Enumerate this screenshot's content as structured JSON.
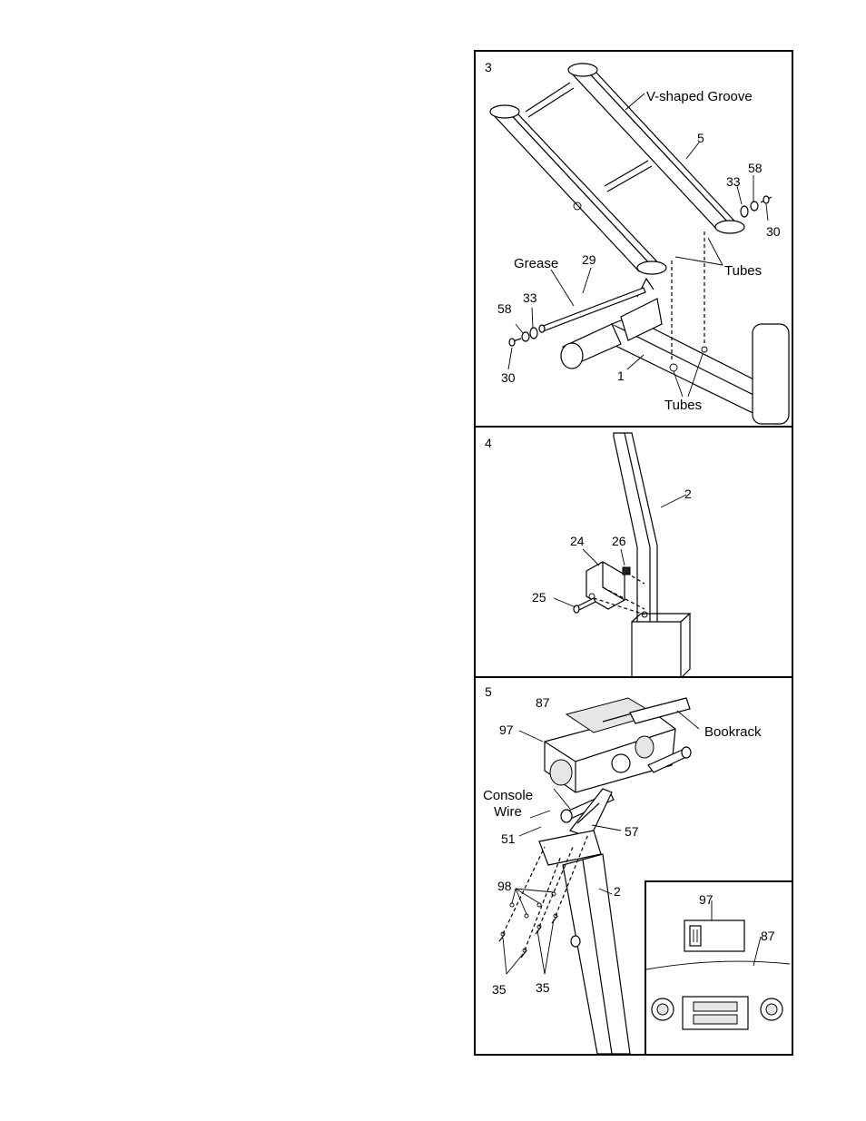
{
  "steps": [
    {
      "number": "3",
      "labels": {
        "groove": "V-shaped Groove",
        "part5": "5",
        "part33_right": "33",
        "part58_right": "58",
        "part30_right": "30",
        "tubes_upper": "Tubes",
        "grease": "Grease",
        "part29": "29",
        "part33_left": "33",
        "part58_left": "58",
        "part30_left": "30",
        "part1": "1",
        "tubes_lower": "Tubes"
      }
    },
    {
      "number": "4",
      "labels": {
        "part2": "2",
        "part24": "24",
        "part26": "26",
        "part25": "25"
      }
    },
    {
      "number": "5",
      "labels": {
        "part87": "87",
        "part97": "97",
        "bookrack": "Bookrack",
        "console": "Console",
        "wire": "Wire",
        "part51": "51",
        "part57": "57",
        "part98": "98",
        "part2": "2",
        "part35_left": "35",
        "part35_right": "35"
      },
      "inset": {
        "part97": "97",
        "part87": "87"
      }
    }
  ]
}
